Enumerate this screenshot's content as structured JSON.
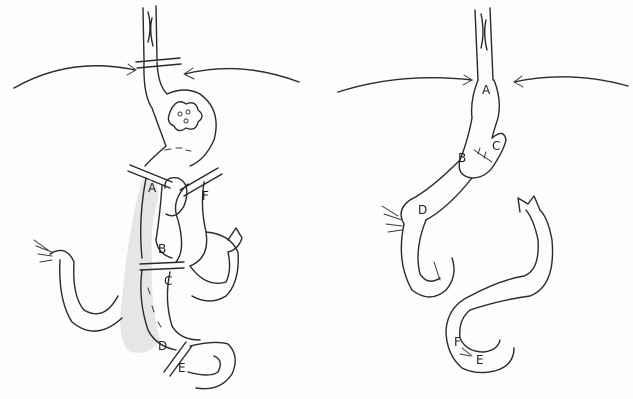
{
  "left_figure": {
    "labels": {
      "A": "A",
      "B": "B",
      "C": "C",
      "D": "D",
      "E": "E",
      "F": "F"
    }
  },
  "right_figure": {
    "labels": {
      "A": "A",
      "B": "B",
      "C": "C",
      "D": "D",
      "E": "E",
      "F": "F"
    }
  }
}
